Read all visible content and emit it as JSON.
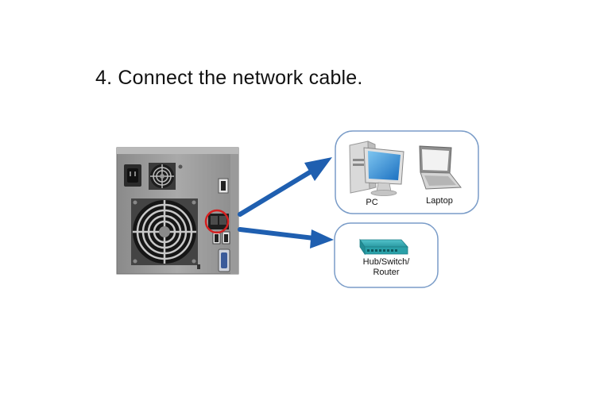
{
  "step": {
    "title": "4. Connect the network cable."
  },
  "devices": {
    "pc_label": "PC",
    "laptop_label": "Laptop",
    "hub_label_line1": "Hub/Switch/",
    "hub_label_line2": "Router"
  },
  "colors": {
    "arrow": "#1f5fb0",
    "highlight_circle": "#d42020",
    "panel_border": "#7a9cc8",
    "hub_body": "#2aa0a8"
  }
}
